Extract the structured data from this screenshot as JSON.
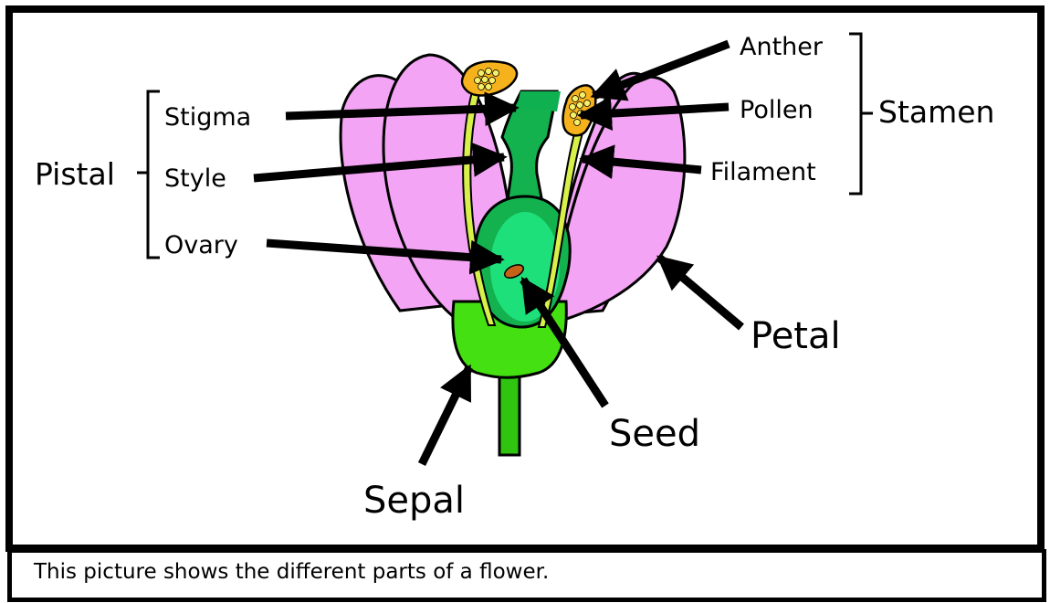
{
  "labels": {
    "pistal": "Pistal",
    "stigma": "Stigma",
    "style": "Style",
    "ovary": "Ovary",
    "stamen": "Stamen",
    "anther": "Anther",
    "pollen": "Pollen",
    "filament": "Filament",
    "petal": "Petal",
    "seed": "Seed",
    "sepal": "Sepal"
  },
  "caption": "This picture shows the different parts of a flower.",
  "colors": {
    "petal": "#f4a4f4",
    "sepal": "#44e011",
    "stem": "#2fc40f",
    "pistil_dark": "#13b24e",
    "ovary_light": "#1ee07a",
    "stigma_top": "#0fb04f",
    "anther": "#f6b21c",
    "pollen": "#f4f06a",
    "filament": "#d8f04a",
    "seed": "#c4621a",
    "outline": "#000000"
  }
}
